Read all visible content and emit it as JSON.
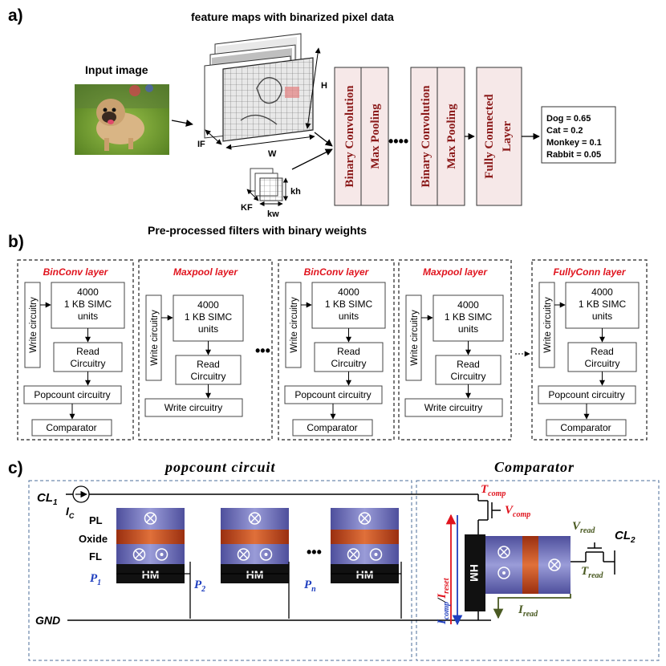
{
  "panel_a": {
    "label": "a)",
    "feature_maps_title": "feature maps with binarized pixel data",
    "input_label": "Input image",
    "dim_h": "H",
    "dim_w": "W",
    "dim_if": "IF",
    "filters_title": "Pre-processed filters with binary weights",
    "dim_kh": "kh",
    "dim_kw": "kw",
    "dim_kf": "KF",
    "block1_top": "Binary Convolution",
    "block1_bottom": "Max Pooling",
    "block2_top": "Binary Convolution",
    "block2_bottom": "Max Pooling",
    "block3_top": "Fully Connected",
    "block3_bottom": "Layer",
    "ellipsis": "••••",
    "output": [
      "Dog = 0.65",
      "Cat =  0.2",
      "Monkey = 0.1",
      "Rabbit = 0.05"
    ]
  },
  "panel_b": {
    "label": "b)",
    "ellipsis": "•••",
    "layers": [
      {
        "title": "BinConv layer",
        "write": "Write circuitry",
        "simc": [
          "4000",
          "1 KB SIMC",
          "units"
        ],
        "read": [
          "Read",
          "Circuitry"
        ],
        "popcount": "Popcount circuitry",
        "comparator": "Comparator"
      },
      {
        "title": "Maxpool layer",
        "write": "Write circuitry",
        "simc": [
          "4000",
          "1 KB SIMC",
          "units"
        ],
        "read": [
          "Read",
          "Circuitry"
        ],
        "bottom": "Write circuitry"
      },
      {
        "title": "BinConv layer",
        "write": "Write circuitry",
        "simc": [
          "4000",
          "1 KB SIMC",
          "units"
        ],
        "read": [
          "Read",
          "Circuitry"
        ],
        "popcount": "Popcount circuitry",
        "comparator": "Comparator"
      },
      {
        "title": "Maxpool layer",
        "write": "Write circuitry",
        "simc": [
          "4000",
          "1 KB SIMC",
          "units"
        ],
        "read": [
          "Read",
          "Circuitry"
        ],
        "bottom": "Write circuitry"
      },
      {
        "title": "FullyConn layer",
        "write": "Write circuitry",
        "simc": [
          "4000",
          "1 KB SIMC",
          "units"
        ],
        "read": [
          "Read",
          "Circuitry"
        ],
        "popcount": "Popcount circuitry",
        "comparator": "Comparator"
      }
    ]
  },
  "panel_c": {
    "label": "c)",
    "popcount_title": "popcount circuit",
    "comparator_title": "Comparator",
    "cl1": "CL",
    "cl1_sub": "1",
    "ic": "I",
    "ic_sub": "C",
    "pl": "PL",
    "oxide": "Oxide",
    "fl": "FL",
    "hm": "HM",
    "p1": "P",
    "p1_sub": "1",
    "p2": "P",
    "p2_sub": "2",
    "pn": "P",
    "pn_sub": "n",
    "gnd": "GND",
    "ellipsis": "•••",
    "t_comp": "T",
    "t_comp_sub": "comp",
    "v_comp": "V",
    "v_comp_sub": "comp",
    "i_comp": "I",
    "i_comp_sub": "comp",
    "slash": "/",
    "i_reset": "I",
    "i_reset_sub": "reset",
    "v_read": "V",
    "v_read_sub": "read",
    "t_read": "T",
    "t_read_sub": "read",
    "i_read": "I",
    "i_read_sub": "read",
    "cl2": "CL",
    "cl2_sub": "2"
  },
  "colors": {
    "dark_red": "#8b1a1a",
    "layer_red": "#e0141e",
    "pink_block": "#f6e8e8",
    "mtj_blue": "#6a6cb8",
    "oxide": "#b5451b",
    "label_blue": "#1f3fbf",
    "label_green": "#4a5a22"
  }
}
